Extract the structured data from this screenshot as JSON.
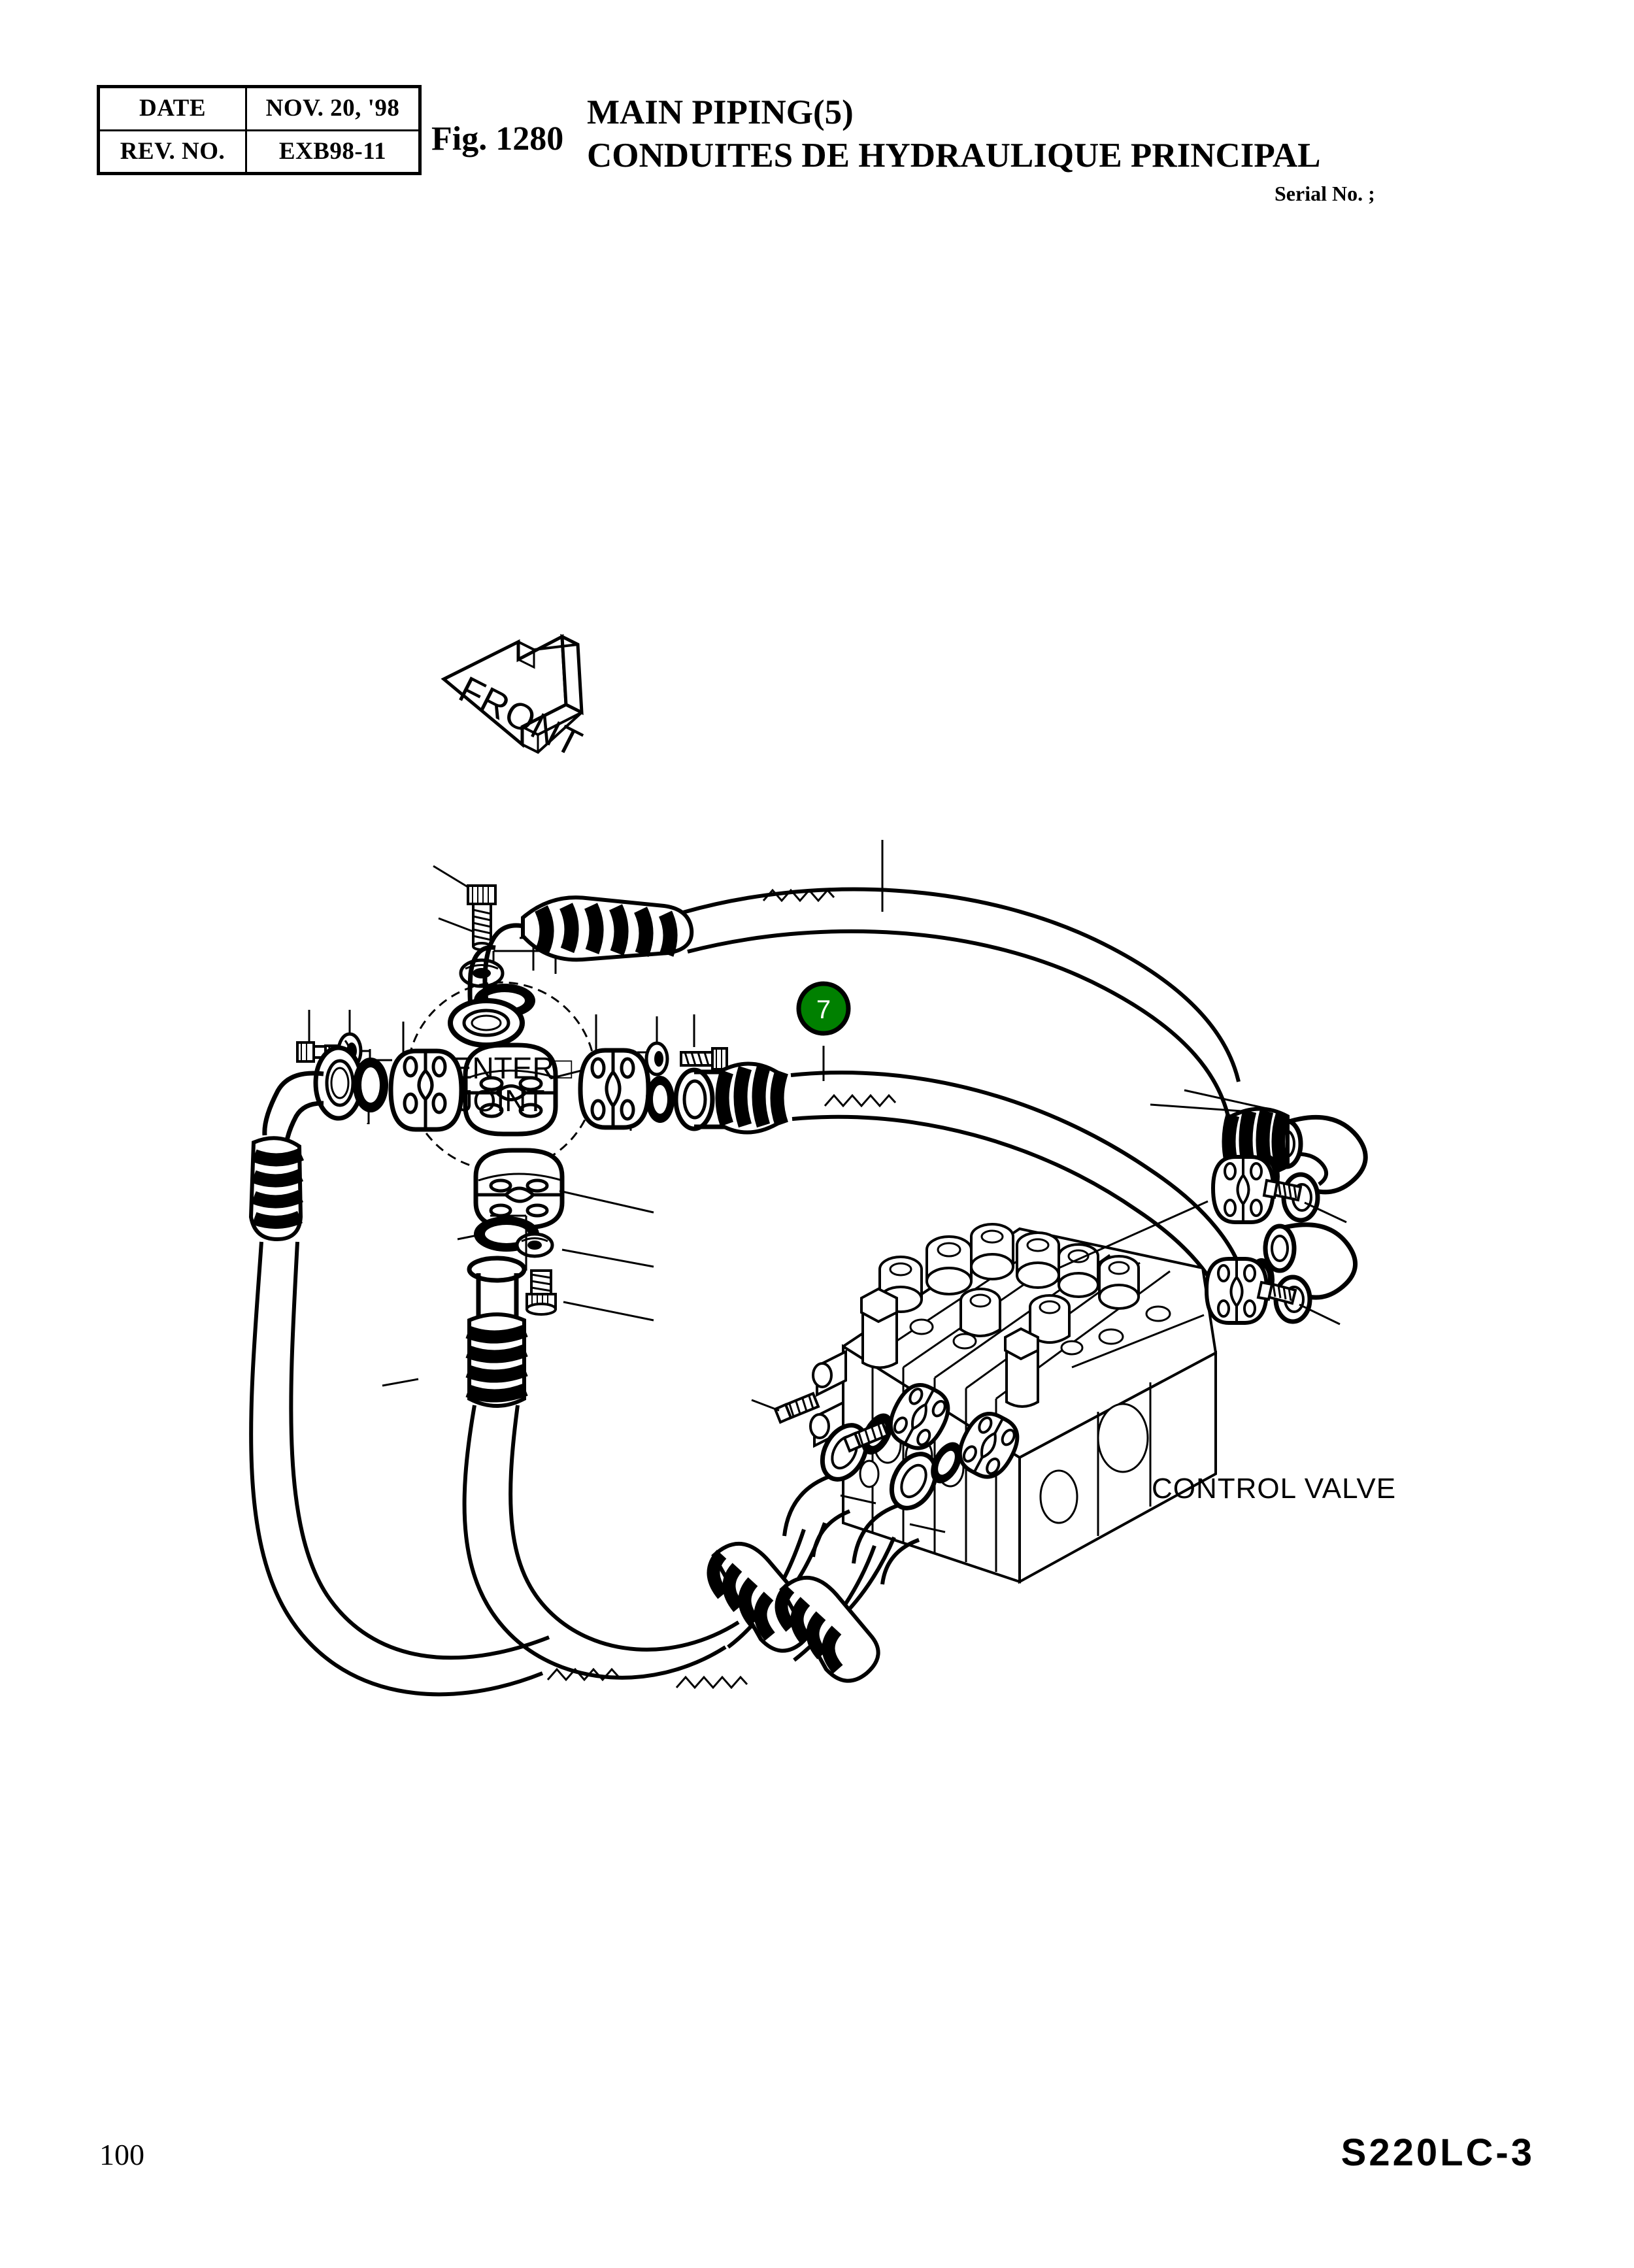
{
  "header": {
    "rev_table": {
      "rows": [
        {
          "label": "DATE",
          "value": "NOV. 20, '98"
        },
        {
          "label": "REV. NO.",
          "value": "EXB98-11"
        }
      ]
    },
    "figure_number": "Fig. 1280",
    "title_en": "MAIN PIPING(5)",
    "title_fr": "CONDUITES DE HYDRAULIQUE PRINCIPAL",
    "serial_no_label": "Serial No. ;"
  },
  "drawing": {
    "orientation_arrow": {
      "label": "FRONT",
      "icon": "front-arrow-icon",
      "direction": "upper-left"
    },
    "labels": [
      {
        "id": "center-joint",
        "line1": "CENTER□",
        "line2": "JOINT"
      },
      {
        "id": "control-valve",
        "text": "CONTROL VALVE"
      }
    ],
    "callouts": [
      {
        "number": "7",
        "color": "#008000",
        "ring_color": "#000000",
        "text_color": "#ffffff"
      }
    ]
  },
  "footer": {
    "page_number": "100",
    "model_code": "S220LC-3"
  }
}
